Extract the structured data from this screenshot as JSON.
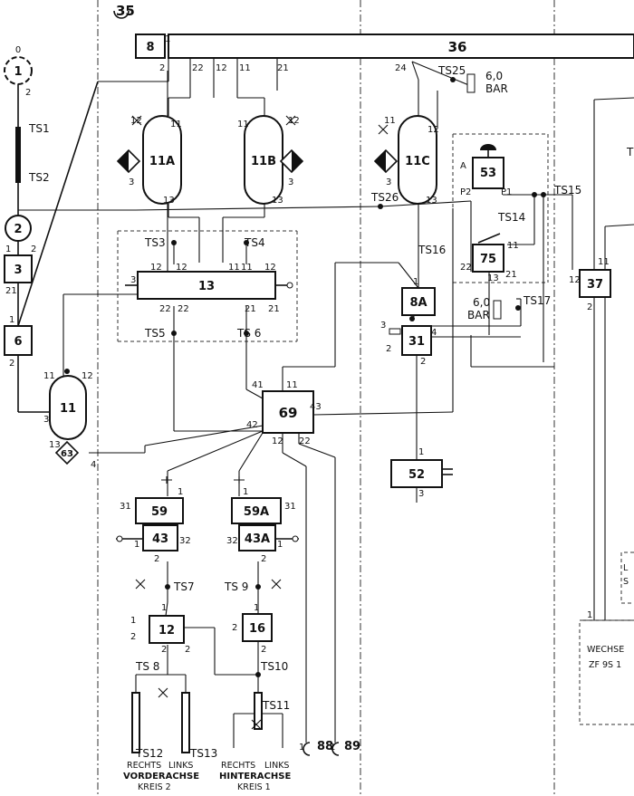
{
  "diagram": {
    "components": {
      "c1": "1",
      "c1_port0": "0",
      "c1_port2": "2",
      "c2": "2",
      "c3": "3",
      "c6": "6",
      "c8": "8",
      "c8A": "8A",
      "c11": "11",
      "c11A": "11A",
      "c11B": "11B",
      "c11C": "11C",
      "c12": "12",
      "c13": "13",
      "c16": "16",
      "c31": "31",
      "c35": "35",
      "c36": "36",
      "c37": "37",
      "c43": "43",
      "c43A": "43A",
      "c52": "52",
      "c53": "53",
      "c59": "59",
      "c59A": "59A",
      "c63": "63",
      "c69": "69",
      "c75": "75",
      "c88": "88",
      "c89": "89"
    },
    "test_points": {
      "ts1": "TS1",
      "ts2": "TS2",
      "ts3": "TS3",
      "ts4": "TS4",
      "ts5": "TS5",
      "ts6": "TS 6",
      "ts7": "TS7",
      "ts8": "TS 8",
      "ts9": "TS 9",
      "ts10": "TS10",
      "ts11": "TS11",
      "ts12": "TS12",
      "ts13": "TS13",
      "ts14": "TS14",
      "ts15": "TS15",
      "ts16": "TS16",
      "ts17": "TS17",
      "ts25": "TS25",
      "ts26": "TS26"
    },
    "pressure": {
      "p1_value": "6,0",
      "p1_unit": "BAR",
      "p2_value": "6,0",
      "p2_unit": "BAR"
    },
    "port_labels": {
      "a": "A",
      "p1": "P1",
      "p2": "P2",
      "n1": "1",
      "n2": "2",
      "n3": "3",
      "n4": "4",
      "n11": "11",
      "n12": "12",
      "n13": "13",
      "n21": "21",
      "n22": "22",
      "n24": "24",
      "n31": "31",
      "n32": "32",
      "n41": "41",
      "n42": "42",
      "n43": "43"
    },
    "captions": {
      "front_rechts": "RECHTS",
      "front_links": "LINKS",
      "front_axle": "VORDERACHSE",
      "front_circuit": "KREIS 2",
      "rear_rechts": "RECHTS",
      "rear_links": "LINKS",
      "rear_axle": "HINTERACHSE",
      "rear_circuit": "KREIS 1",
      "gearbox_line1": "WECHSE",
      "gearbox_line2": "ZF 9S 1",
      "edge_t": "T",
      "edge_l": "L",
      "edge_s": "S"
    }
  }
}
